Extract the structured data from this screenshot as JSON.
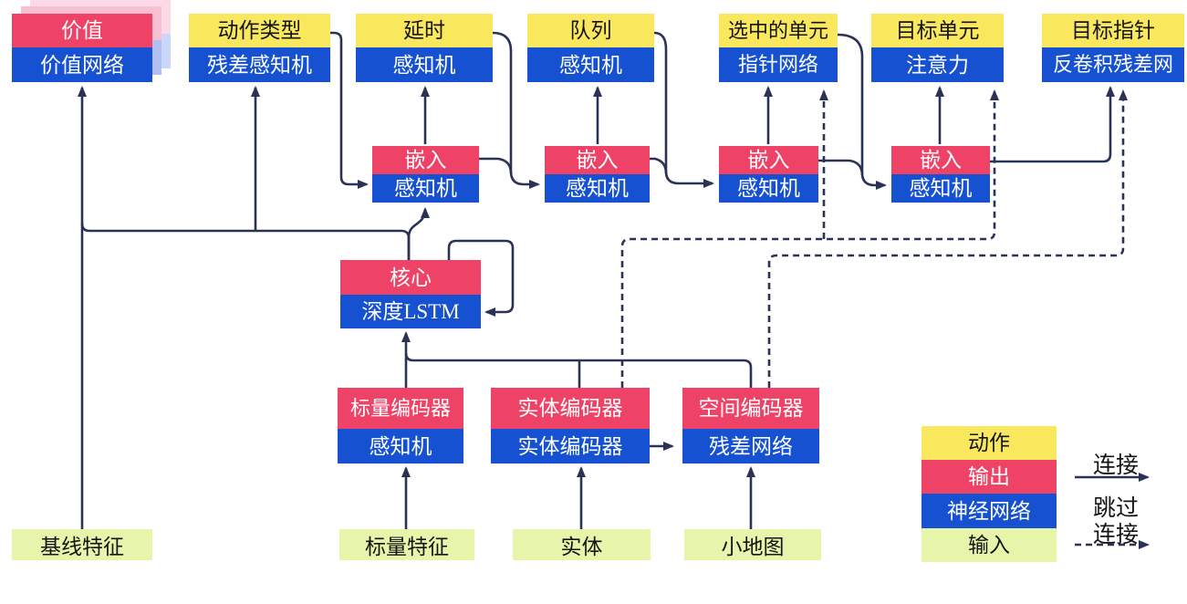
{
  "nodes": {
    "value": {
      "top": "价值",
      "bottom": "价值网络"
    },
    "action_type": {
      "top": "动作类型",
      "bottom": "残差感知机"
    },
    "delay": {
      "top": "延时",
      "bottom": "感知机"
    },
    "queue": {
      "top": "队列",
      "bottom": "感知机"
    },
    "selected_units": {
      "top": "选中的单元",
      "bottom": "指针网络"
    },
    "target_unit": {
      "top": "目标单元",
      "bottom": "注意力"
    },
    "target_point": {
      "top": "目标指针",
      "bottom": "反卷积残差网"
    },
    "embeds": [
      {
        "top": "嵌入",
        "bottom": "感知机"
      },
      {
        "top": "嵌入",
        "bottom": "感知机"
      },
      {
        "top": "嵌入",
        "bottom": "感知机"
      },
      {
        "top": "嵌入",
        "bottom": "感知机"
      }
    ],
    "core": {
      "top": "核心",
      "bottom": "深度LSTM"
    },
    "scalar_encoder": {
      "top": "标量编码器",
      "bottom": "感知机"
    },
    "entity_encoder": {
      "top": "实体编码器",
      "bottom": "实体编码器"
    },
    "spatial_encoder": {
      "top": "空间编码器",
      "bottom": "残差网络"
    },
    "baseline_features": {
      "label": "基线特征"
    },
    "scalar_features": {
      "label": "标量特征"
    },
    "entities": {
      "label": "实体"
    },
    "minimap": {
      "label": "小地图"
    }
  },
  "legend": {
    "action": "动作",
    "output": "输出",
    "neural_network": "神经网络",
    "input": "输入",
    "connection_label": "连接",
    "skip_label_line1": "跳过",
    "skip_label_line2": "连接"
  },
  "colors": {
    "action_yellow": "#F9E85E",
    "output_red": "#EE4266",
    "network_blue": "#1551D0",
    "input_green": "#E6F5A9",
    "wire_navy": "#2A3255",
    "shadow_pink_1": "#F8BFD2",
    "shadow_pink_2": "#FBD9E7",
    "shadow_blue_1": "#AEBFF0",
    "shadow_blue_2": "#CBD7F8"
  }
}
